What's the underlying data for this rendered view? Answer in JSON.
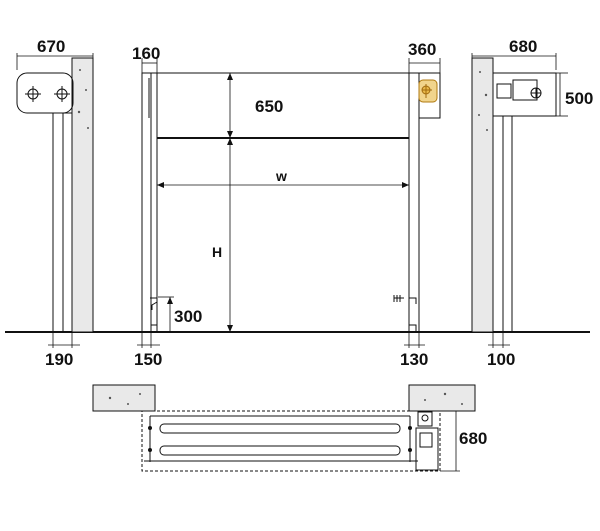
{
  "dimensions": {
    "left_header_width": "670",
    "left_guide_width": "160",
    "right_guide_width": "360",
    "right_header_width": "680",
    "right_header_height": "500",
    "curtain_height": "650",
    "opening_width": "w",
    "opening_height": "H",
    "bottom_offset": "300",
    "left_wall_depth": "190",
    "left_guide_depth": "150",
    "right_guide_depth": "130",
    "right_wall_depth": "100",
    "plan_depth": "680"
  },
  "colors": {
    "line": "#111111",
    "wall_fill": "#e9e9e9",
    "motor_accent": "#e8b84a"
  }
}
